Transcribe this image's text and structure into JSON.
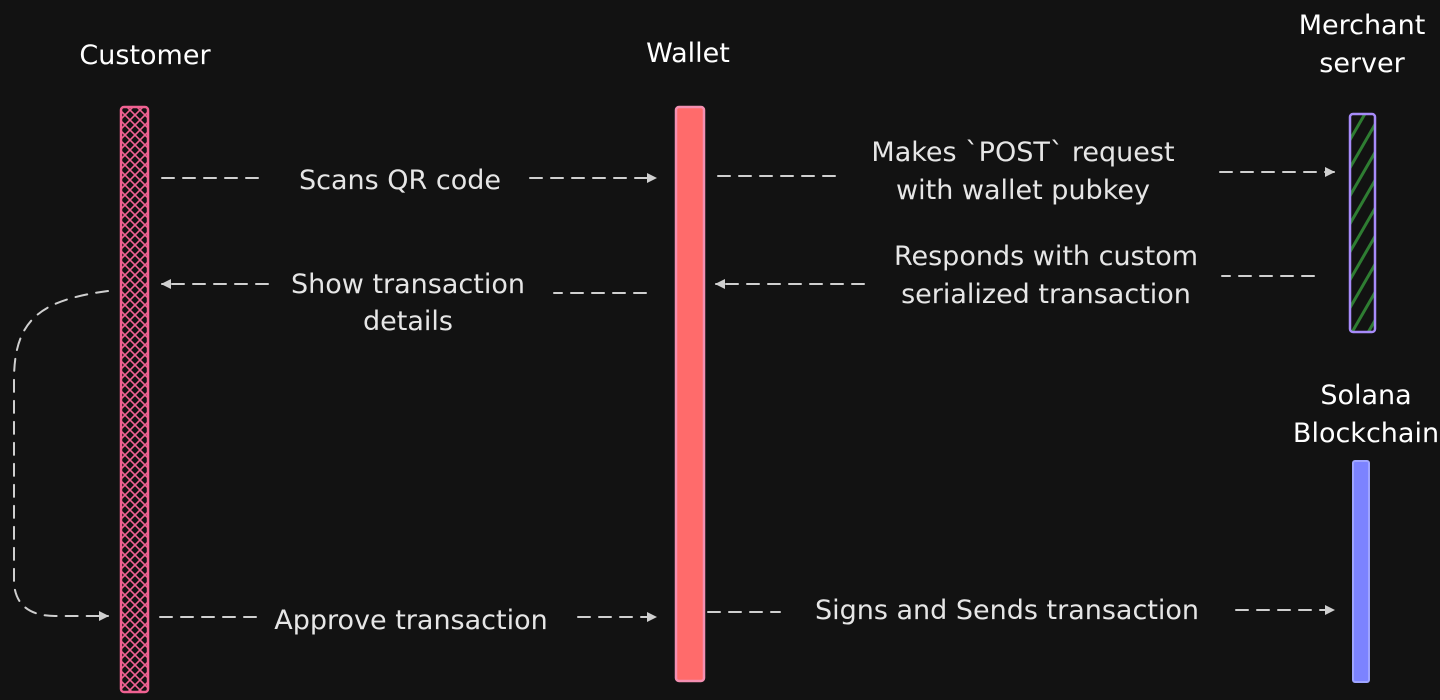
{
  "actors": {
    "customer": "Customer",
    "wallet": "Wallet",
    "merchant": [
      "Merchant",
      "server"
    ],
    "solana": [
      "Solana",
      "Blockchain"
    ]
  },
  "messages": {
    "scan": [
      "Scans QR code"
    ],
    "post": [
      "Makes `POST` request",
      "with wallet pubkey"
    ],
    "responds": [
      "Responds with custom",
      "serialized transaction"
    ],
    "show": [
      "Show transaction",
      "details"
    ],
    "approve": [
      "Approve transaction"
    ],
    "signs": [
      "Signs and Sends transaction"
    ]
  },
  "colors": {
    "background": "#121212",
    "customer_bar": "#f06292",
    "wallet_bar": "#ff6b6b",
    "merchant_bar": "#a78bfa",
    "merchant_hatch": "#2e7d32",
    "solana_bar": "#7c83ff",
    "arrow": "#cfcfcf",
    "text": "#e6e6e6"
  }
}
